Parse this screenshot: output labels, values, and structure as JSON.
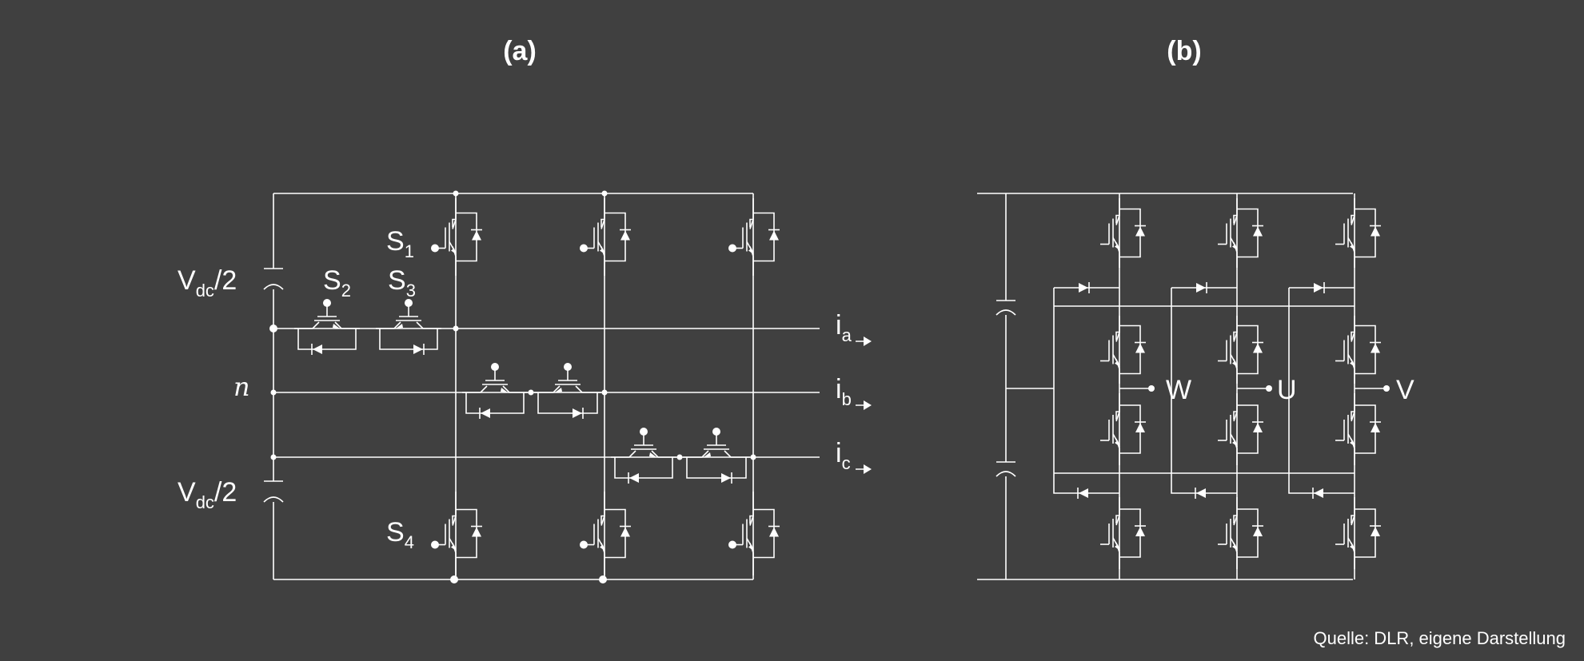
{
  "panels": {
    "a": {
      "title": "(a)"
    },
    "b": {
      "title": "(b)"
    }
  },
  "labels_a": {
    "vdc_main": "V",
    "vdc_sub": "dc",
    "vdc_tail": "/2",
    "s1": "S",
    "s1_sub": "1",
    "s2": "S",
    "s2_sub": "2",
    "s3": "S",
    "s3_sub": "3",
    "s4": "S",
    "s4_sub": "4",
    "n": "n",
    "ia": "i",
    "ia_sub": "a",
    "ib": "i",
    "ib_sub": "b",
    "ic": "i",
    "ic_sub": "c"
  },
  "labels_b": {
    "w": "W",
    "u": "U",
    "v": "V"
  },
  "source": "Quelle: DLR, eigene Darstellung",
  "colors": {
    "background": "#404040",
    "line": "#ffffff"
  }
}
